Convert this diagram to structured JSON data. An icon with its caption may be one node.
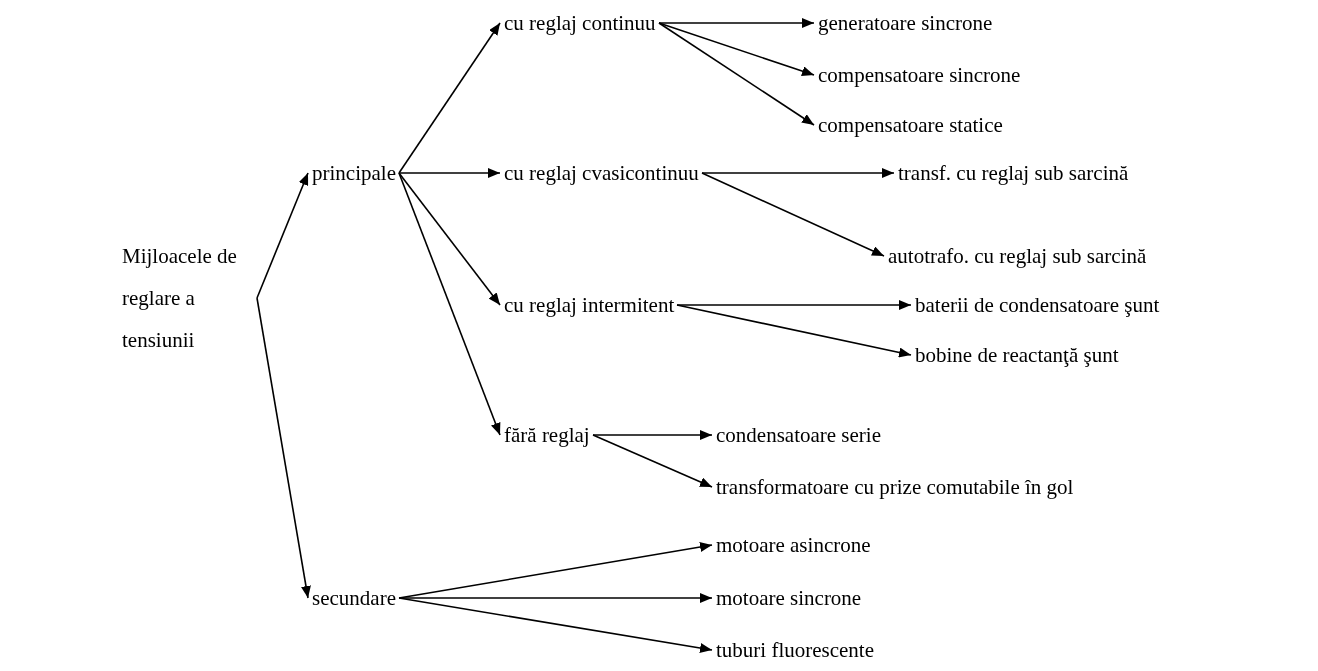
{
  "diagram": {
    "nodes": [
      {
        "text": [
          "Mijloacele de reglare a tensiunii"
        ]
      },
      {
        "text": [
          "principale"
        ]
      },
      {
        "text": [
          "cu reglaj continuu"
        ]
      },
      {
        "text": [
          "generatoare sincrone"
        ]
      },
      {
        "text": [
          "compensatoare sincrone"
        ]
      },
      {
        "text": [
          "compensatoare statice"
        ]
      },
      {
        "text": [
          "cu reglaj cvasicontinuu"
        ]
      },
      {
        "text": [
          "transf. cu reglaj sub sarcină"
        ]
      },
      {
        "text": [
          "autotrafo. cu reglaj sub sarcină"
        ]
      },
      {
        "text": [
          "cu reglaj intermitent"
        ]
      },
      {
        "text": [
          "baterii de condensatoare şunt"
        ]
      },
      {
        "text": [
          "bobine de reactanţă şunt"
        ]
      },
      {
        "text": [
          "fără reglaj"
        ]
      },
      {
        "text": [
          "condensatoare serie"
        ]
      },
      {
        "text": [
          "transformatoare cu prize comutabile în gol"
        ]
      },
      {
        "text": [
          "secundare"
        ]
      },
      {
        "text": [
          "motoare asincrone"
        ]
      },
      {
        "text": [
          "motoare sincrone"
        ]
      },
      {
        "text": [
          "tuburi fluorescente"
        ]
      }
    ],
    "edges": [
      {
        "from": 0,
        "to": 1,
        "arrow": "to"
      },
      {
        "from": 0,
        "to": 15,
        "arrow": "to"
      },
      {
        "from": 1,
        "to": 2,
        "arrow": "to"
      },
      {
        "from": 1,
        "to": 6,
        "arrow": "to"
      },
      {
        "from": 1,
        "to": 9,
        "arrow": "to"
      },
      {
        "from": 1,
        "to": 12,
        "arrow": "to"
      },
      {
        "from": 2,
        "to": 3,
        "arrow": "to"
      },
      {
        "from": 2,
        "to": 4,
        "arrow": "to"
      },
      {
        "from": 2,
        "to": 5,
        "arrow": "to"
      },
      {
        "from": 6,
        "to": 7,
        "arrow": "to"
      },
      {
        "from": 6,
        "to": 8,
        "arrow": "to"
      },
      {
        "from": 9,
        "to": 10,
        "arrow": "to"
      },
      {
        "from": 9,
        "to": 11,
        "arrow": "to"
      },
      {
        "from": 12,
        "to": 13,
        "arrow": "to"
      },
      {
        "from": 12,
        "to": 14,
        "arrow": "to"
      },
      {
        "from": 15,
        "to": 16,
        "arrow": "to"
      },
      {
        "from": 15,
        "to": 17,
        "arrow": "to"
      },
      {
        "from": 15,
        "to": 18,
        "arrow": "to"
      }
    ]
  }
}
